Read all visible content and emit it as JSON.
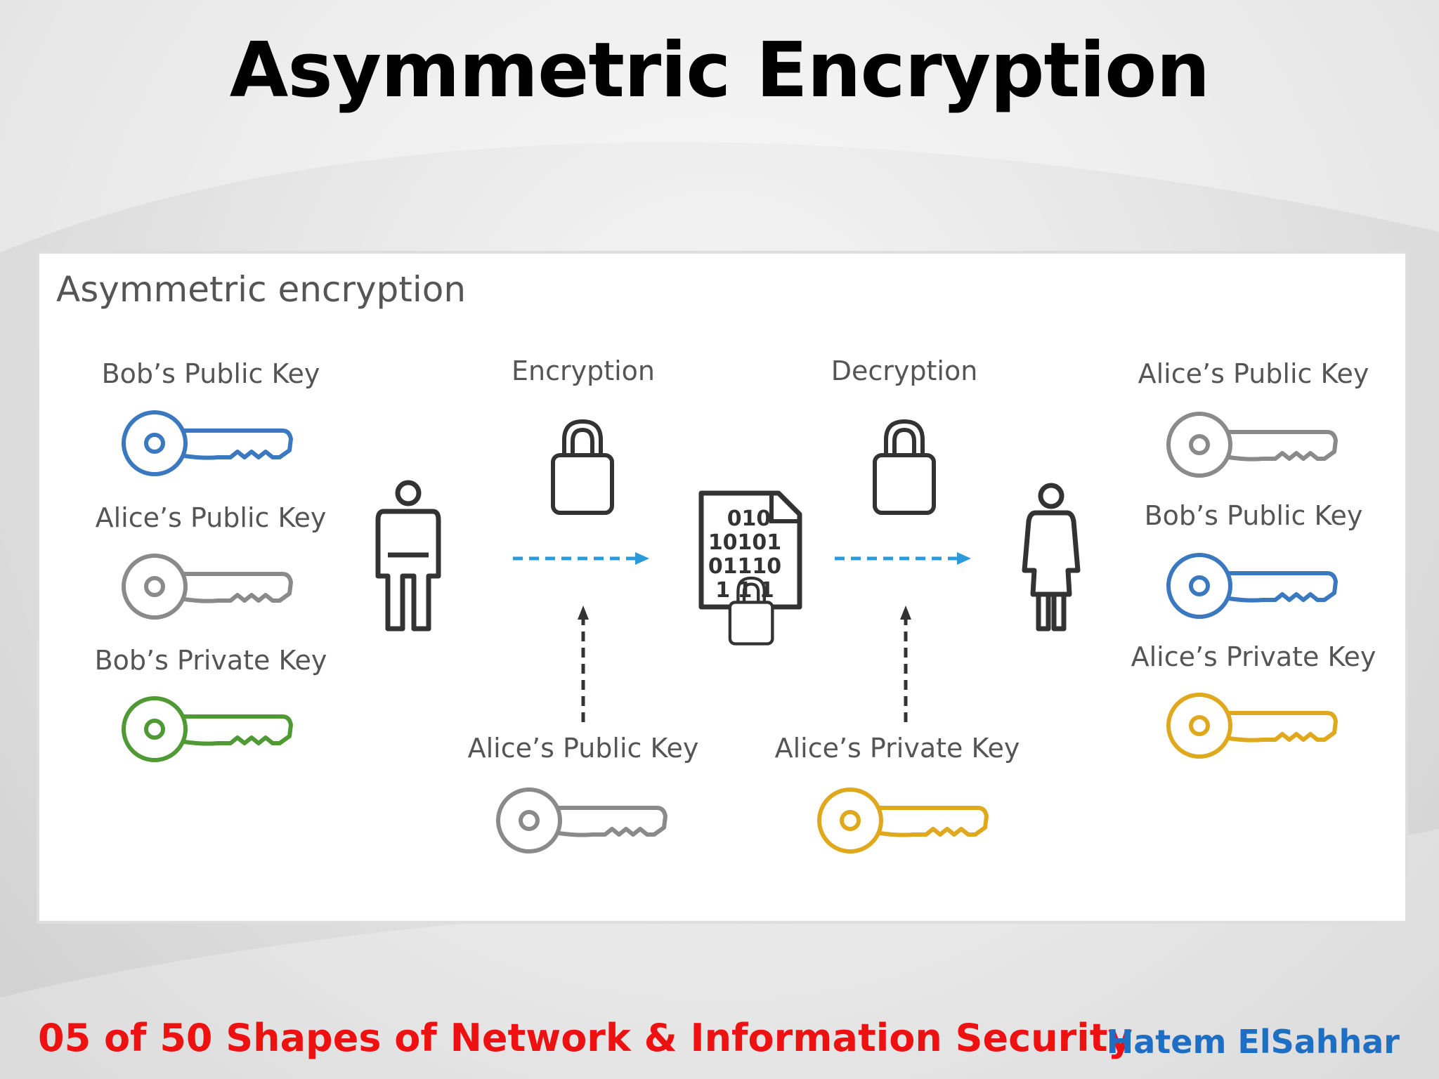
{
  "slide": {
    "title": "Asymmetric Encryption",
    "footer_series": "05 of 50 Shapes of Network & Information Security",
    "footer_author": "Hatem ElSahhar"
  },
  "diagram": {
    "heading": "Asymmetric encryption",
    "left_keys": [
      {
        "label": "Bob’s Public Key",
        "color": "#3a78c0"
      },
      {
        "label": "Alice’s Public Key",
        "color": "#8a8a8a"
      },
      {
        "label": "Bob’s Private Key",
        "color": "#4f9a34"
      }
    ],
    "right_keys": [
      {
        "label": "Alice’s Public Key",
        "color": "#8a8a8a"
      },
      {
        "label": "Bob’s Public Key",
        "color": "#3a78c0"
      },
      {
        "label": "Alice’s Private Key",
        "color": "#e0a81c"
      }
    ],
    "encryption": {
      "label": "Encryption",
      "key_label": "Alice’s Public Key",
      "key_color": "#8a8a8a"
    },
    "decryption": {
      "label": "Decryption",
      "key_label": "Alice’s Private Key",
      "key_color": "#e0a81c"
    },
    "document_bits": [
      "010",
      "10101",
      "01110",
      "1 1  1"
    ],
    "arrow_color": "#2a9ad8",
    "icon_color": "#333333"
  }
}
